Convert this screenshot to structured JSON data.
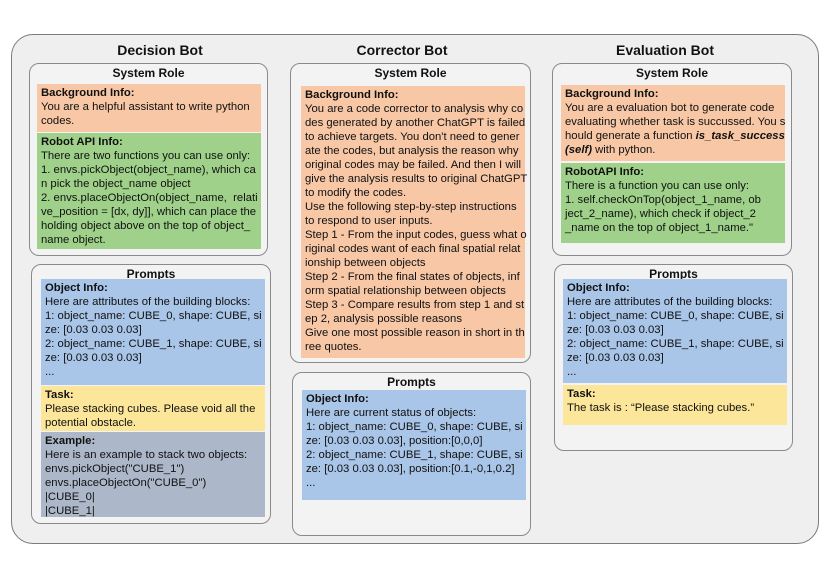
{
  "columns": {
    "decision": {
      "title": "Decision Bot",
      "system": {
        "title": "System Role",
        "background_heading": "Background Info:",
        "background_lines": [
          "You are a helpful assistant to write python",
          "codes."
        ],
        "api_heading": "Robot API Info:",
        "api_lines": [
          "There are two functions you can use only:",
          "1. envs.pickObject(object_name), which ca",
          "n pick the object_name object",
          "2. envs.placeObjectOn(object_name,  relati",
          "ve_position = [dx, dy]], which can place the",
          "holding object above on the top of object_",
          "name object."
        ]
      },
      "prompts": {
        "title": "Prompts",
        "object_heading": "Object Info:",
        "object_lines": [
          "Here are attributes of the building blocks:",
          "1: object_name: CUBE_0, shape: CUBE, si",
          "ze: [0.03 0.03 0.03]",
          "2: object_name: CUBE_1, shape: CUBE, si",
          "ze: [0.03 0.03 0.03]",
          "..."
        ],
        "task_heading": "Task:",
        "task_lines": [
          "Please stacking cubes. Please void all the",
          "potential obstacle."
        ],
        "example_heading": "Example:",
        "example_lines": [
          "Here is an example to stack two objects:",
          "envs.pickObject(\"CUBE_1\")",
          "envs.placeObjectOn(\"CUBE_0\")",
          "|CUBE_0|",
          "|CUBE_1|"
        ]
      }
    },
    "corrector": {
      "title": "Corrector Bot",
      "system": {
        "title": "System Role",
        "background_heading": "Background Info:",
        "background_lines": [
          "You are a code corrector to analysis why co",
          "des generated by another ChatGPT is failed",
          "to achieve targets. You don't need to gener",
          "ate the codes, but analysis the reason why",
          "original codes may be failed. And then I will",
          "give the analysis results to original ChatGPT",
          "to modify the codes.",
          "Use the following step-by-step instructions",
          "to respond to user inputs.",
          "Step 1 - From the input codes, guess what o",
          "riginal codes want of each final spatial relat",
          "ionship between objects",
          "Step 2 - From the final states of objects, inf",
          "orm spatial relationship between objects",
          "Step 3 - Compare results from step 1 and st",
          "ep 2, analysis possible reasons",
          "Give one most possible reason in short in th",
          "ree quotes."
        ]
      },
      "prompts": {
        "title": "Prompts",
        "object_heading": "Object Info:",
        "object_lines": [
          "Here are current status of objects:",
          "1: object_name: CUBE_0, shape: CUBE, si",
          "ze: [0.03 0.03 0.03], position:[0,0,0]",
          "2: object_name: CUBE_1, shape: CUBE, si",
          "ze: [0.03 0.03 0.03], position:[0.1,-0,1,0.2]",
          "..."
        ]
      }
    },
    "evaluation": {
      "title": "Evaluation Bot",
      "system": {
        "title": "System Role",
        "background_heading": "Background Info:",
        "background_lines": [
          "You are a evaluation bot to generate code",
          "evaluating whether task is succussed. You s",
          "hould generate a function "
        ],
        "func_bold": "is_task_success",
        "func_bold2": "(self)",
        "background_tail": " with python.",
        "api_heading": "RobotAPI Info:",
        "api_lines": [
          "There is a function you can use only:",
          "1. self.checkOnTop(object_1_name, ob",
          "ject_2_name), which check if object_2",
          "_name on the top of object_1_name.\""
        ]
      },
      "prompts": {
        "title": "Prompts",
        "object_heading": "Object Info:",
        "object_lines": [
          "Here are attributes of the building blocks:",
          "1: object_name: CUBE_0, shape: CUBE, si",
          "ze: [0.03 0.03 0.03]",
          "2: object_name: CUBE_1, shape: CUBE, si",
          "ze: [0.03 0.03 0.03]",
          "..."
        ],
        "task_heading": "Task:",
        "task_lines": [
          "The task is : “Please stacking cubes.”"
        ]
      }
    }
  }
}
